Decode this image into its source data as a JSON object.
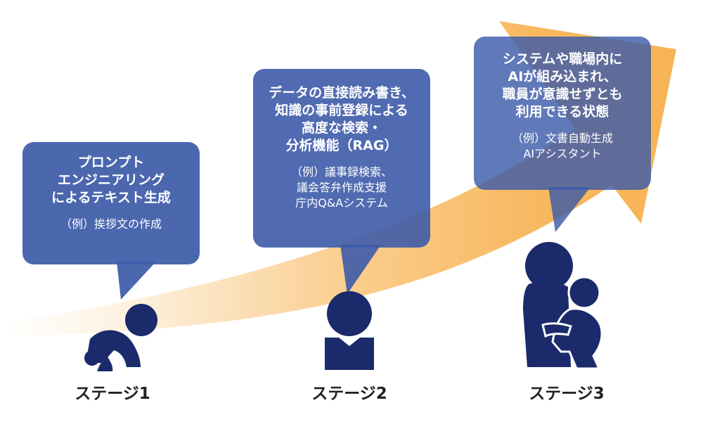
{
  "colors": {
    "arrow": "#F7B455",
    "bubble": "#3D5BA8",
    "figure": "#1B2A6B",
    "label": "#222222"
  },
  "stages": [
    {
      "label": "ステージ1",
      "icon": "crawling-baby-icon",
      "title_lines": [
        "プロンプト",
        "エンジニアリング",
        "によるテキスト生成"
      ],
      "example_lines": [
        "（例）挨拶文の作成"
      ]
    },
    {
      "label": "ステージ2",
      "icon": "person-icon",
      "title_lines": [
        "データの直接読み書き、",
        "知識の事前登録による",
        "高度な検索・",
        "分析機能（RAG）"
      ],
      "example_lines": [
        "（例）議事録検索、",
        "議会答弁作成支援",
        "庁内Q&Aシステム"
      ]
    },
    {
      "label": "ステージ3",
      "icon": "adult-holding-child-icon",
      "title_lines": [
        "システムや職場内に",
        "AIが組み込まれ、",
        "職員が意識せずとも",
        "利用できる状態"
      ],
      "example_lines": [
        "（例）文書自動生成",
        "AIアシスタント"
      ]
    }
  ]
}
